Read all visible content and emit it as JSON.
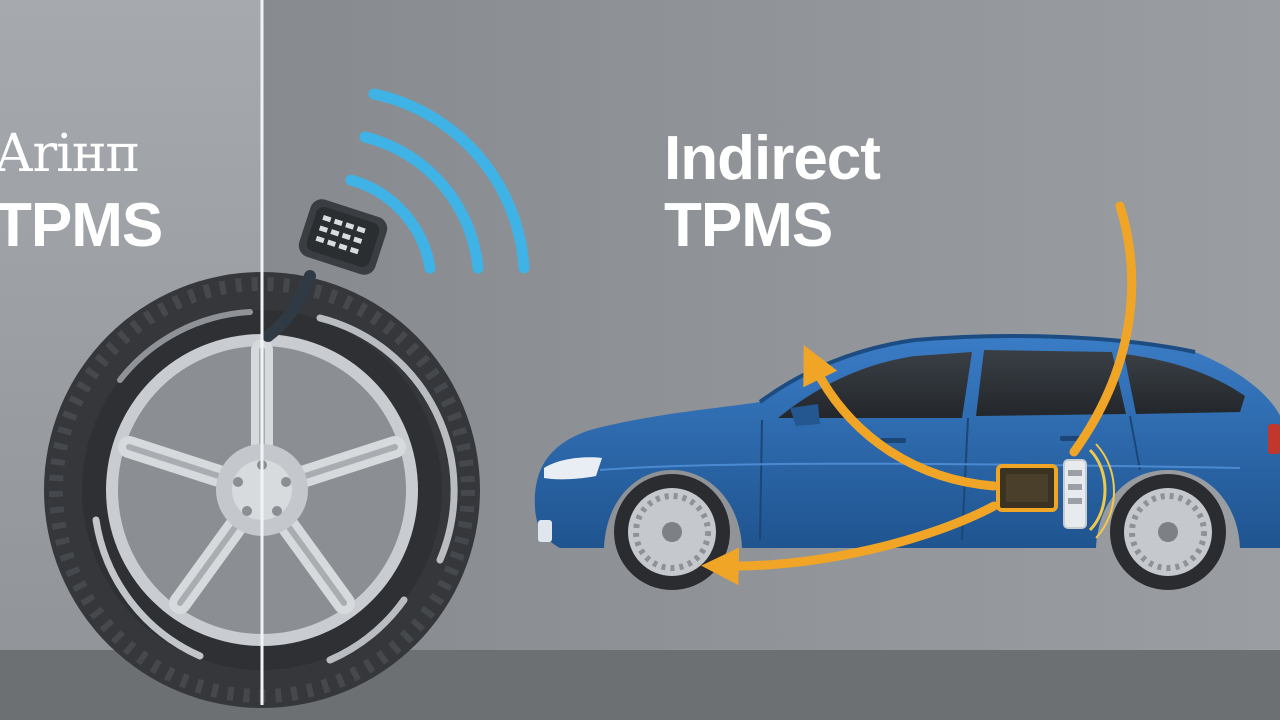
{
  "left_panel": {
    "title_line1": "Аrінп",
    "title_line2": "TPMS"
  },
  "right_panel": {
    "title_line1": "Indirect",
    "title_line2": "TPMS"
  },
  "colors": {
    "background_left": "#9a9ea2",
    "background_right": "#8d9195",
    "floor": "#6d7073",
    "signal_waves": "#3fb2e6",
    "arrows": "#f0a526",
    "car_body": "#2c68b0",
    "tire": "#3b3d40",
    "rim": "#c9ccd0"
  },
  "icons": {
    "signal": "wireless-signal-icon",
    "sensor": "tpms-sensor-icon",
    "abs_module": "abs-module-icon"
  }
}
